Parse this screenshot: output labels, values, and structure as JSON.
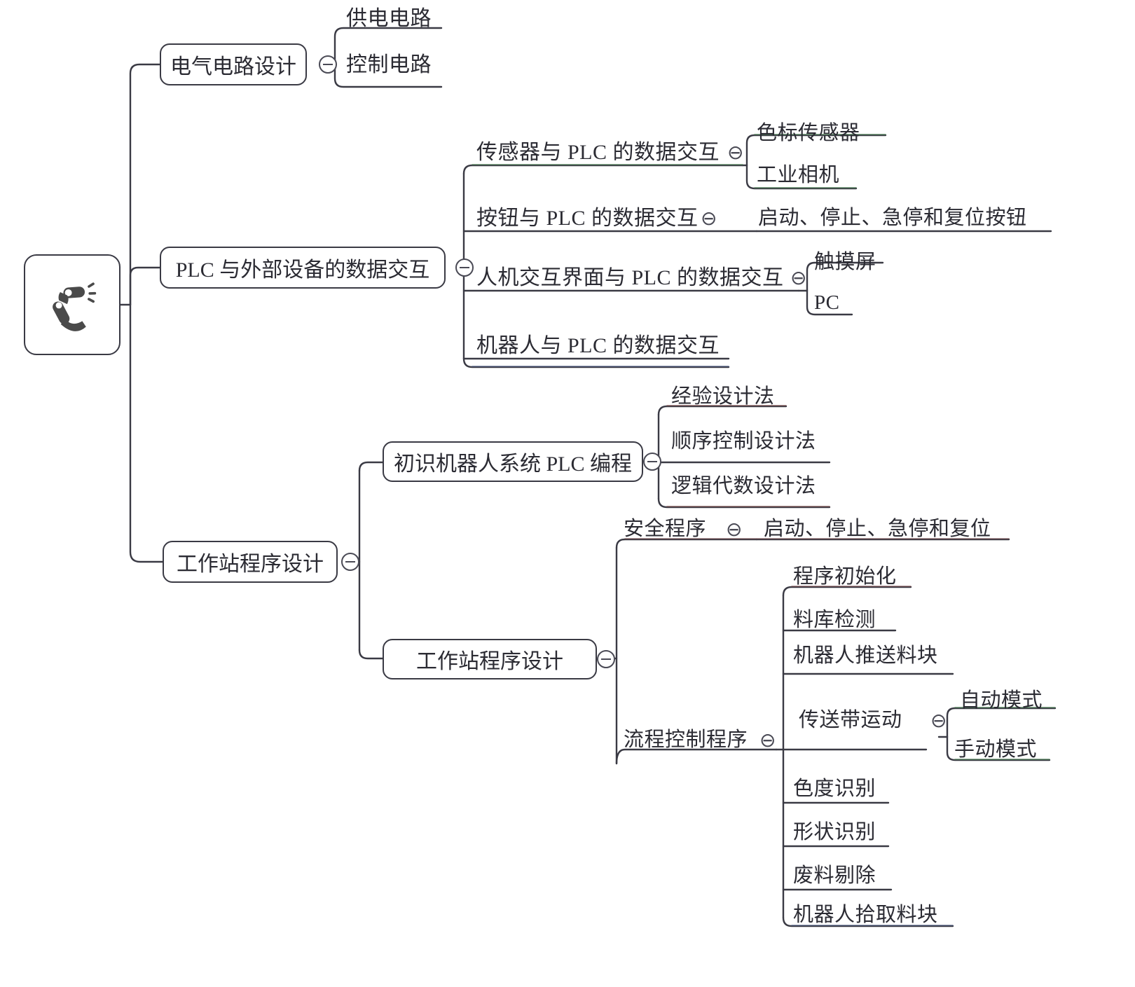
{
  "diagram": {
    "type": "mindmap",
    "title": "机器人工作站系统设计思维导图",
    "root": {
      "icon": "robot-arm-icon",
      "label": ""
    },
    "colors": {
      "line": "#3a3a44",
      "accent_green": "#4a7a52",
      "accent_blue": "#4a5a80",
      "accent_red": "#7a4a4a",
      "text": "#2b2b33",
      "background": "#ffffff"
    },
    "branches": [
      {
        "id": "b1",
        "label": "电气电路设计",
        "toggle": "collapse-toggle",
        "children": [
          {
            "label": "供电电路"
          },
          {
            "label": "控制电路"
          }
        ]
      },
      {
        "id": "b2",
        "label": "PLC 与外部设备的数据交互",
        "toggle": "collapse-toggle",
        "children": [
          {
            "label": "传感器与 PLC 的数据交互",
            "toggle": "collapse-toggle",
            "children": [
              {
                "label": "色标传感器"
              },
              {
                "label": "工业相机"
              }
            ]
          },
          {
            "label": "按钮与 PLC 的数据交互",
            "toggle": "collapse-toggle",
            "children": [
              {
                "label": "启动、停止、急停和复位按钮"
              }
            ]
          },
          {
            "label": "人机交互界面与 PLC 的数据交互",
            "toggle": "collapse-toggle",
            "children": [
              {
                "label": "触摸屏"
              },
              {
                "label": "PC"
              }
            ]
          },
          {
            "label": "机器人与 PLC 的数据交互",
            "children": []
          }
        ]
      },
      {
        "id": "b3",
        "label": "工作站程序设计",
        "toggle": "collapse-toggle",
        "children": [
          {
            "label": "初识机器人系统 PLC 编程",
            "toggle": "collapse-toggle",
            "children": [
              {
                "label": "经验设计法"
              },
              {
                "label": "顺序控制设计法"
              },
              {
                "label": "逻辑代数设计法"
              }
            ]
          },
          {
            "label": "工作站程序设计",
            "toggle": "collapse-toggle",
            "children": [
              {
                "label": "安全程序",
                "toggle": "collapse-toggle",
                "children": [
                  {
                    "label": "启动、停止、急停和复位"
                  }
                ]
              },
              {
                "label": "流程控制程序",
                "toggle": "collapse-toggle",
                "children": [
                  {
                    "label": "程序初始化"
                  },
                  {
                    "label": "料库检测"
                  },
                  {
                    "label": "机器人推送料块"
                  },
                  {
                    "label": "传送带运动",
                    "toggle": "collapse-toggle",
                    "children": [
                      {
                        "label": "自动模式"
                      },
                      {
                        "label": "手动模式"
                      }
                    ]
                  },
                  {
                    "label": "色度识别"
                  },
                  {
                    "label": "形状识别"
                  },
                  {
                    "label": "废料剔除"
                  },
                  {
                    "label": "机器人拾取料块"
                  }
                ]
              }
            ]
          }
        ]
      }
    ]
  }
}
